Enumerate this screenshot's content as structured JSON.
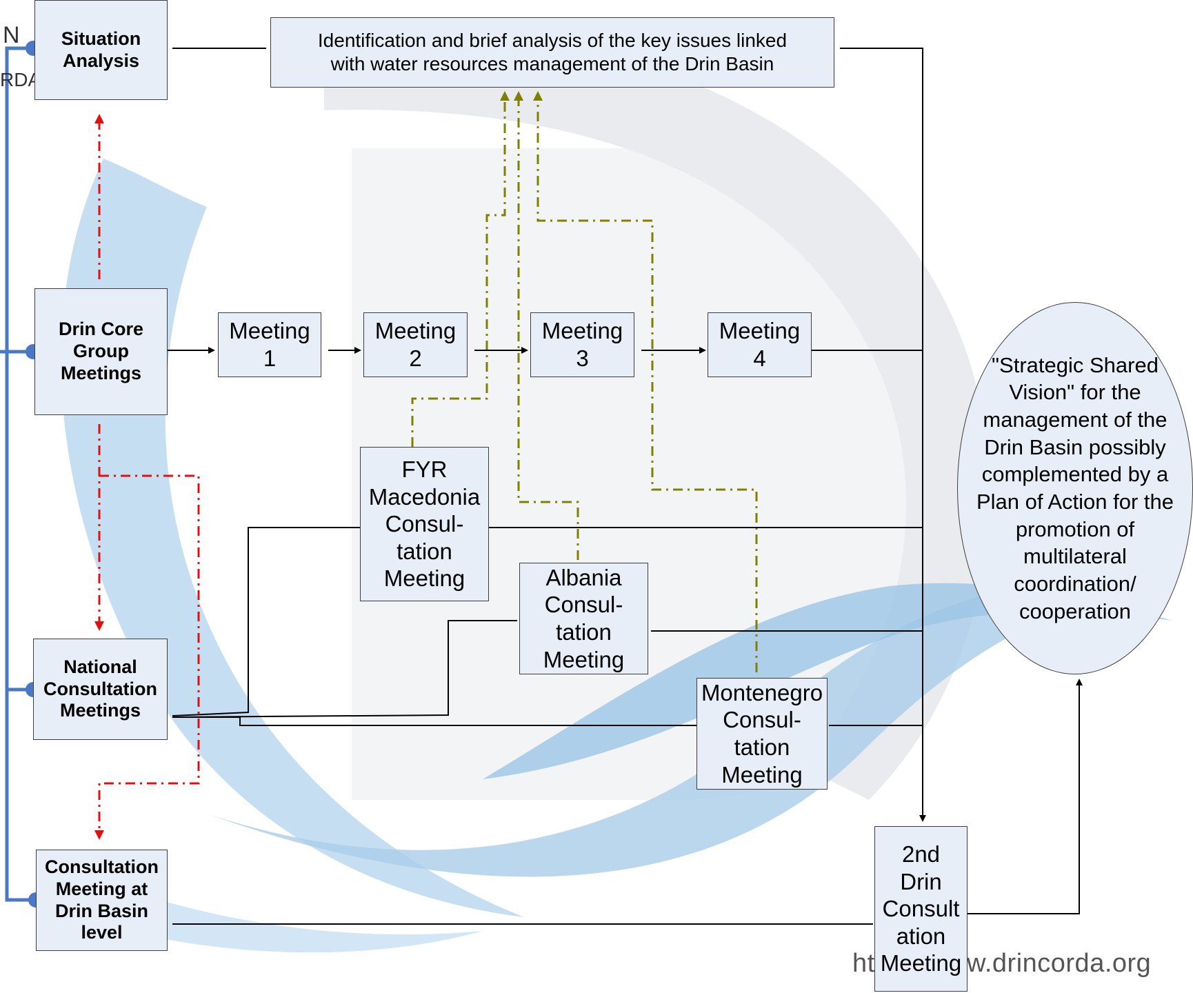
{
  "boxes": {
    "situation": "Situation\nAnalysis",
    "issues": "Identification and brief analysis of the key issues linked\nwith water resources management of the Drin Basin",
    "core": "Drin Core\nGroup\nMeetings",
    "m1": "Meeting\n1",
    "m2": "Meeting\n2",
    "m3": "Meeting\n3",
    "m4": "Meeting\n4",
    "fyr": "FYR\nMacedonia\nConsul-\ntation\nMeeting",
    "albania": "Albania\nConsul-\ntation\nMeeting",
    "montenegro": "Montenegro\nConsul-\ntation\nMeeting",
    "national": "National\nConsultation\nMeetings",
    "basin": "Consultation\nMeeting at\nDrin Basin\nlevel",
    "second": "2nd\nDrin\nConsult\nation\nMeeting",
    "vision": "\"Strategic Shared\nVision\" for the\nmanagement of the\nDrin Basin possibly\ncomplemented by a\nPlan of Action for the\npromotion of\nmultilateral\ncoordination/\ncooperation"
  },
  "watermark": {
    "url_left": "ht",
    "url_right": "w.drincorda.org",
    "logo_top": "N",
    "logo_bottom": "RDA"
  },
  "colors": {
    "box_fill": "#e8eef8",
    "timeline": "#4a78c4",
    "red_dash": "#e01010",
    "olive_dash": "#808000",
    "line": "#000000",
    "swoosh": "#a9cdea"
  }
}
